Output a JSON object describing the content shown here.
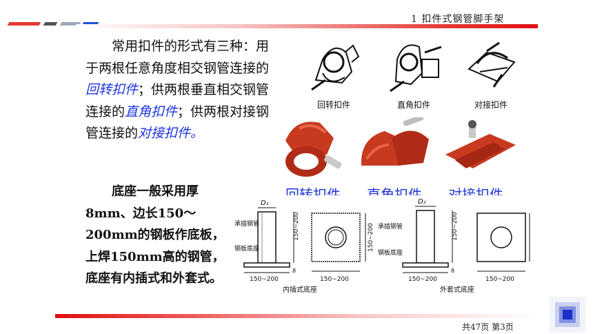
{
  "header": {
    "chapter_title": "1  扣件式钢管脚手架"
  },
  "text": {
    "p1_a": "常用扣件的形式有三种：用于两根任意角度相交钢管连接的",
    "p1_em1": "回转扣件",
    "p1_b": "；供两根垂直相交钢管连接的",
    "p1_em2": "直角扣件",
    "p1_c": "；供两根对接钢管连接的",
    "p1_em3": "对接扣件",
    "p1_d": "。",
    "p2": "底座一般采用厚8mm、边长150～200mm的钢板作底板，上焊150mm高的钢管，底座有内插式和外套式。"
  },
  "figure": {
    "sketch_captions": [
      "回转扣件",
      "直角扣件",
      "对接扣件"
    ],
    "photo_captions": [
      "回转扣件",
      "直角扣件",
      "对接扣件"
    ],
    "base_left": {
      "d_label": "D₁",
      "tube_label": "承插钢管",
      "plate_label": "钢板底座",
      "dim_h": "150~200",
      "dim_w": "150~200",
      "dim_t": "8",
      "caption": "内插式底座"
    },
    "base_right": {
      "d_label": "D₂",
      "tube_label": "承插钢管",
      "plate_label": "钢板底座",
      "dim_h": "150~200",
      "dim_w": "150~200",
      "dim_t": "8",
      "caption": "外套式底座"
    }
  },
  "footer": {
    "page_info": "共47页    第3页"
  },
  "colors": {
    "accent_red": "#e01010",
    "emphasis_blue": "#1a34e0",
    "clamp_red": "#c83a20"
  }
}
